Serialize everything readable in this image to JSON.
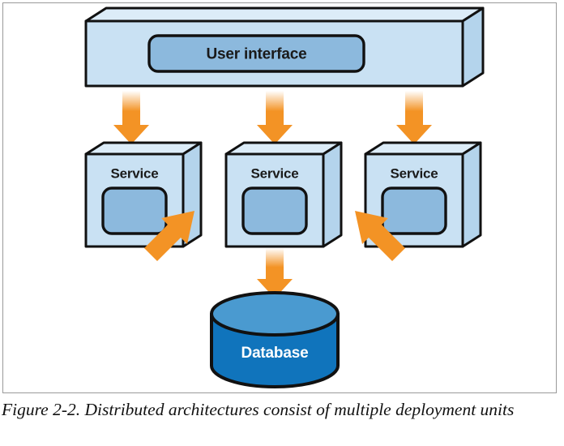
{
  "figure": {
    "caption": "Figure 2-2. Distributed architectures consist of multiple deployment units",
    "frame_border_color": "#9a9a9a",
    "background": "#ffffff"
  },
  "palette": {
    "box_face": "#c9e1f3",
    "box_top": "#dcecf8",
    "box_side": "#b4d4ec",
    "inner_panel": "#8cb9dd",
    "outline": "#111111",
    "arrow": "#f39325",
    "arrow_fade": "#ffffff",
    "db_top": "#4a9ad0",
    "db_body": "#1074bc",
    "db_text": "#ffffff",
    "label_text": "#1a1a1a"
  },
  "diagram": {
    "type": "deployment-architecture",
    "nodes": [
      {
        "id": "user-interface",
        "label": "User interface",
        "shape": "3d-slab",
        "has_inner_panel": true
      },
      {
        "id": "service-1",
        "label": "Service",
        "shape": "3d-cube",
        "has_inner_panel": true
      },
      {
        "id": "service-2",
        "label": "Service",
        "shape": "3d-cube",
        "has_inner_panel": true
      },
      {
        "id": "service-3",
        "label": "Service",
        "shape": "3d-cube",
        "has_inner_panel": true
      },
      {
        "id": "database",
        "label": "Database",
        "shape": "cylinder",
        "has_inner_panel": false
      }
    ],
    "connectors": [
      {
        "id": "ui-to-service-1",
        "from": "user-interface",
        "to": "service-1",
        "style": "arrow-down",
        "color": "#f39325"
      },
      {
        "id": "ui-to-service-2",
        "from": "user-interface",
        "to": "service-2",
        "style": "arrow-down",
        "color": "#f39325"
      },
      {
        "id": "ui-to-service-3",
        "from": "user-interface",
        "to": "service-3",
        "style": "arrow-down",
        "color": "#f39325"
      },
      {
        "id": "service-1-to-database",
        "from": "service-1",
        "to": "database",
        "style": "arrow-diagonal-down-right",
        "color": "#f39325"
      },
      {
        "id": "service-2-to-database",
        "from": "service-2",
        "to": "database",
        "style": "arrow-down",
        "color": "#f39325"
      },
      {
        "id": "service-3-to-database",
        "from": "service-3",
        "to": "database",
        "style": "arrow-diagonal-down-left",
        "color": "#f39325"
      }
    ]
  }
}
